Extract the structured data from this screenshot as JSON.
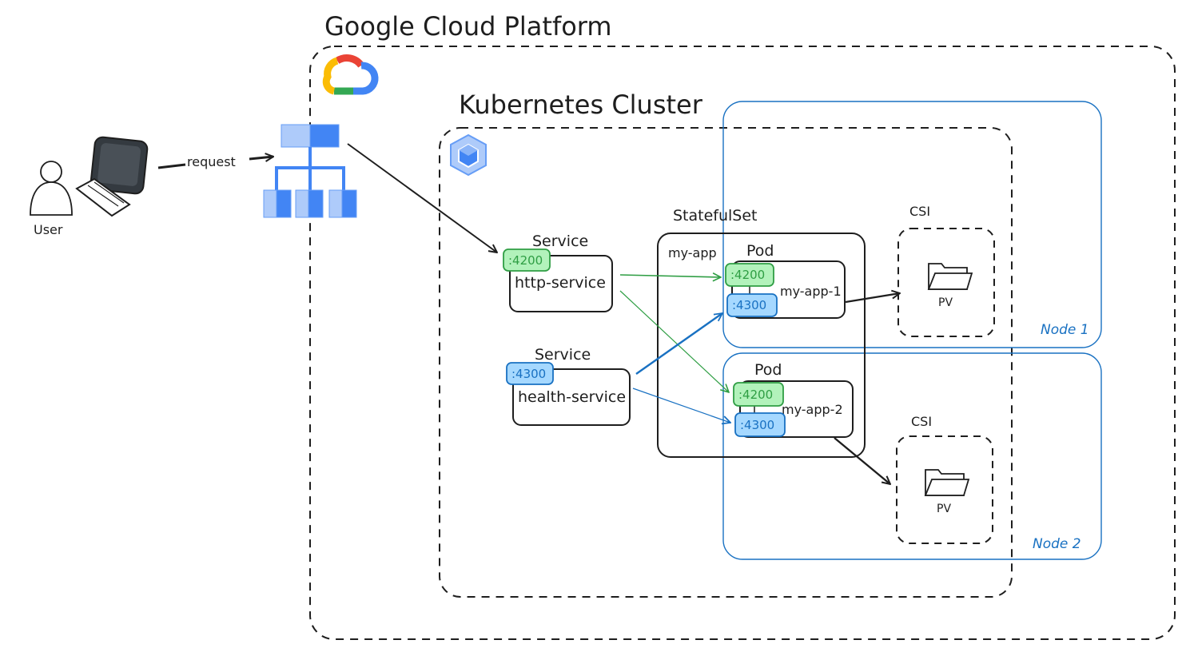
{
  "gcp": {
    "title": "Google Cloud Platform",
    "logo": "google-cloud-logo"
  },
  "cluster": {
    "title": "Kubernetes Cluster",
    "icon": "kubernetes-engine-icon"
  },
  "user": {
    "label": "User",
    "icons": [
      "person-icon",
      "computer-icon"
    ]
  },
  "request": {
    "label": "request"
  },
  "load_balancer": {
    "icon": "load-balancer-icon"
  },
  "services": {
    "http": {
      "kind": "Service",
      "name": "http-service",
      "port": ":4200"
    },
    "health": {
      "kind": "Service",
      "name": "health-service",
      "port": ":4300"
    }
  },
  "statefulset": {
    "title": "StatefulSet",
    "name": "my-app"
  },
  "pods": {
    "pod1": {
      "kind": "Pod",
      "name": "my-app-1",
      "port_http": ":4200",
      "port_health": ":4300"
    },
    "pod2": {
      "kind": "Pod",
      "name": "my-app-2",
      "port_http": ":4200",
      "port_health": ":4300"
    }
  },
  "csi": [
    {
      "title": "CSI",
      "volume": "PV",
      "icon": "folder-icon"
    },
    {
      "title": "CSI",
      "volume": "PV",
      "icon": "folder-icon"
    }
  ],
  "nodes": {
    "node1": "Node 1",
    "node2": "Node 2"
  },
  "colors": {
    "http_fill": "#b2f2bb",
    "http_stroke": "#2f9e44",
    "health_fill": "#a5d8ff",
    "health_stroke": "#1971c2",
    "node_stroke": "#1971c2",
    "ink": "#1e1e1e"
  }
}
